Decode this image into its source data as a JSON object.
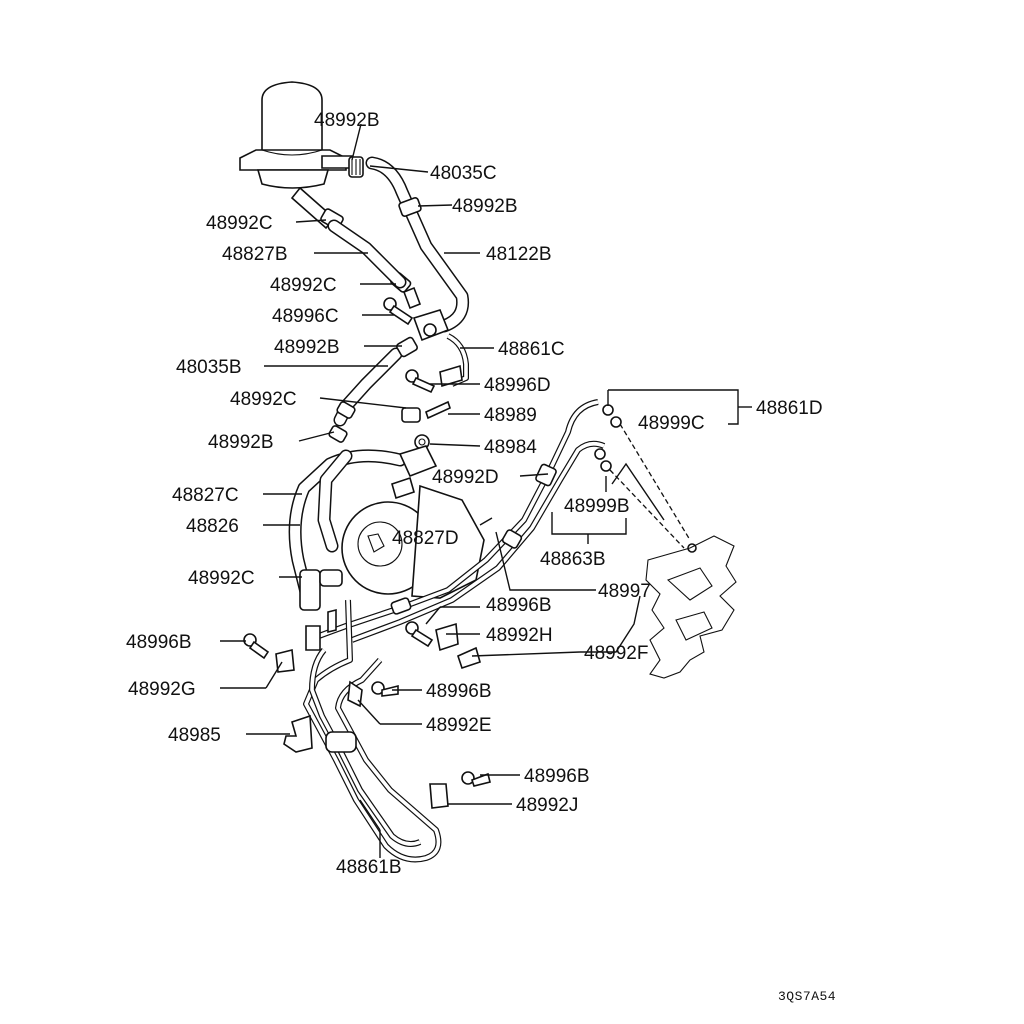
{
  "diagram": {
    "footer_code": "3QS7A54",
    "callouts": [
      {
        "id": "c1",
        "label": "48992B"
      },
      {
        "id": "c2",
        "label": "48035C"
      },
      {
        "id": "c3",
        "label": "48992B"
      },
      {
        "id": "c4",
        "label": "48992C"
      },
      {
        "id": "c5",
        "label": "48122B"
      },
      {
        "id": "c6",
        "label": "48827B"
      },
      {
        "id": "c7",
        "label": "48992C"
      },
      {
        "id": "c8",
        "label": "48996C"
      },
      {
        "id": "c9",
        "label": "48992B"
      },
      {
        "id": "c10",
        "label": "48861C"
      },
      {
        "id": "c11",
        "label": "48035B"
      },
      {
        "id": "c12",
        "label": "48996D"
      },
      {
        "id": "c13",
        "label": "48861D"
      },
      {
        "id": "c14",
        "label": "48992C"
      },
      {
        "id": "c15",
        "label": "48989"
      },
      {
        "id": "c16",
        "label": "48999C"
      },
      {
        "id": "c17",
        "label": "48992B"
      },
      {
        "id": "c18",
        "label": "48984"
      },
      {
        "id": "c19",
        "label": "48992D"
      },
      {
        "id": "c20",
        "label": "48827C"
      },
      {
        "id": "c21",
        "label": "48999B"
      },
      {
        "id": "c22",
        "label": "48826"
      },
      {
        "id": "c23",
        "label": "48827D"
      },
      {
        "id": "c24",
        "label": "48863B"
      },
      {
        "id": "c25",
        "label": "48992C"
      },
      {
        "id": "c26",
        "label": "48997"
      },
      {
        "id": "c27",
        "label": "48996B"
      },
      {
        "id": "c28",
        "label": "48996B"
      },
      {
        "id": "c29",
        "label": "48992H"
      },
      {
        "id": "c30",
        "label": "48992F"
      },
      {
        "id": "c31",
        "label": "48992G"
      },
      {
        "id": "c32",
        "label": "48996B"
      },
      {
        "id": "c33",
        "label": "48992E"
      },
      {
        "id": "c34",
        "label": "48985"
      },
      {
        "id": "c35",
        "label": "48996B"
      },
      {
        "id": "c36",
        "label": "48992J"
      },
      {
        "id": "c37",
        "label": "48861B"
      }
    ]
  }
}
